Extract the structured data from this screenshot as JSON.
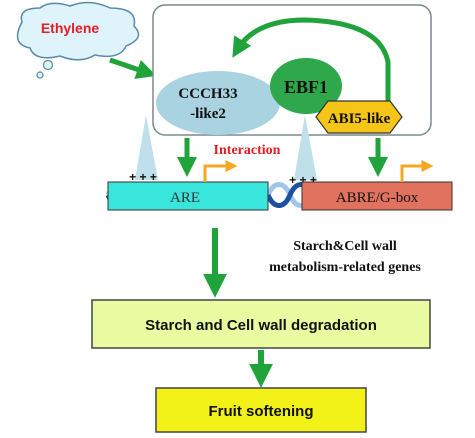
{
  "signal": {
    "label": "Ethylene"
  },
  "complex": {
    "ccch33_line1": "CCCH33",
    "ccch33_line2": "-like2",
    "ebf1": "EBF1",
    "abi5": "ABI5-like",
    "interaction": "Interaction"
  },
  "promoters": {
    "plus_left": "+ + +",
    "plus_right": "+ + +",
    "are": "ARE",
    "abre": "ABRE/G-box"
  },
  "genes": {
    "line1": "Starch&Cell wall",
    "line2": "metabolism-related genes"
  },
  "outcomes": {
    "degradation": "Starch and Cell wall degradation",
    "softening": "Fruit softening"
  },
  "colors": {
    "arrow_green": "#1fa33a",
    "cloud_fill": "#dff3fb",
    "cloud_stroke": "#5a8aa8",
    "ethylene_text": "#e31e24",
    "ccch33_fill": "#a9d3e0",
    "ebf1_fill": "#2ea84a",
    "abi5_fill": "#f5c518",
    "interaction_text": "#e31e24",
    "are_fill": "#39e6dc",
    "abre_fill": "#e0725e",
    "tss_arrow": "#f5a623",
    "dna_blue": "#1e4fa0",
    "degradation_fill": "#e8fba0",
    "softening_fill": "#f2f218",
    "triangle_fill": "#bfe0ea"
  }
}
